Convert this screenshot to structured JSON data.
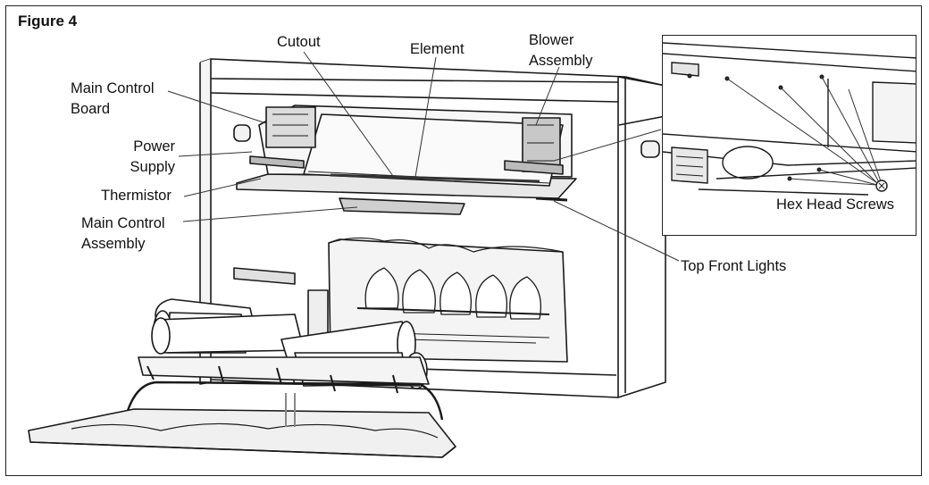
{
  "figure": {
    "title": "Figure 4"
  },
  "labels": {
    "cutout": "Cutout",
    "element": "Element",
    "blower": "Blower\nAssembly",
    "main_control_board": "Main Control\nBoard",
    "power_supply": "Power\nSupply",
    "thermistor": "Thermistor",
    "main_control_assembly": "Main Control\nAssembly",
    "top_front_lights": "Top Front Lights",
    "hex_head_screws": "Hex Head Screws"
  },
  "colors": {
    "line": "#1a1a1a",
    "fill_light": "#f2f2f2",
    "fill_mid": "#d6d6d6",
    "fill_dark": "#9a9a9a"
  }
}
